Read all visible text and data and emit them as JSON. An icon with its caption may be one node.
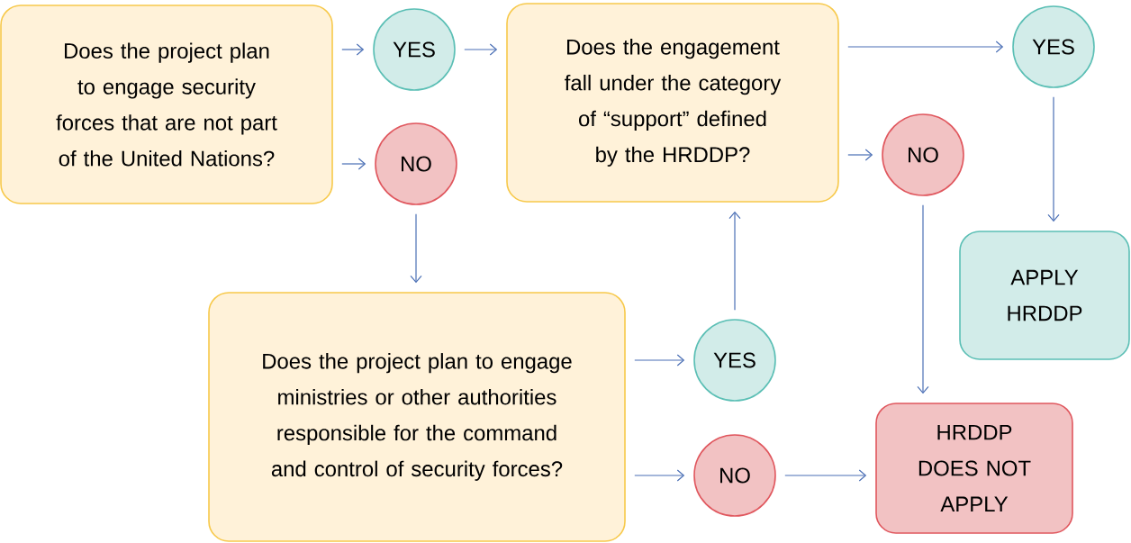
{
  "diagram": {
    "nodes": [
      {
        "text": [
          "Does the project plan to engage security forces that are not part of the United Nations?"
        ]
      },
      {
        "text": [
          "YES"
        ]
      },
      {
        "text": [
          "NO"
        ]
      },
      {
        "text": [
          "Does the engagement fall under the category of “support” defined by the HRDDP?"
        ]
      },
      {
        "text": [
          "YES"
        ]
      },
      {
        "text": [
          "NO"
        ]
      },
      {
        "text": [
          "APPLY HRDDP"
        ]
      },
      {
        "text": [
          "Does the project plan to engage ministries or other authorities responsible for the command and control of security forces?"
        ]
      },
      {
        "text": [
          "YES"
        ]
      },
      {
        "text": [
          "NO"
        ]
      },
      {
        "text": [
          "HRDDP DOES NOT APPLY"
        ]
      }
    ],
    "edges": [
      {
        "from": 0,
        "to": 1,
        "arrow": "to"
      },
      {
        "from": 0,
        "to": 2,
        "arrow": "to"
      },
      {
        "from": 1,
        "to": 3,
        "arrow": "to"
      },
      {
        "from": 2,
        "to": 7,
        "arrow": "to"
      },
      {
        "from": 3,
        "to": 4,
        "arrow": "to"
      },
      {
        "from": 3,
        "to": 5,
        "arrow": "to"
      },
      {
        "from": 4,
        "to": 6,
        "arrow": "to"
      },
      {
        "from": 5,
        "to": 10,
        "arrow": "to"
      },
      {
        "from": 7,
        "to": 8,
        "arrow": "to"
      },
      {
        "from": 8,
        "to": 3,
        "arrow": "to"
      },
      {
        "from": 7,
        "to": 9,
        "arrow": "to"
      },
      {
        "from": 9,
        "to": 10,
        "arrow": "to"
      }
    ]
  }
}
